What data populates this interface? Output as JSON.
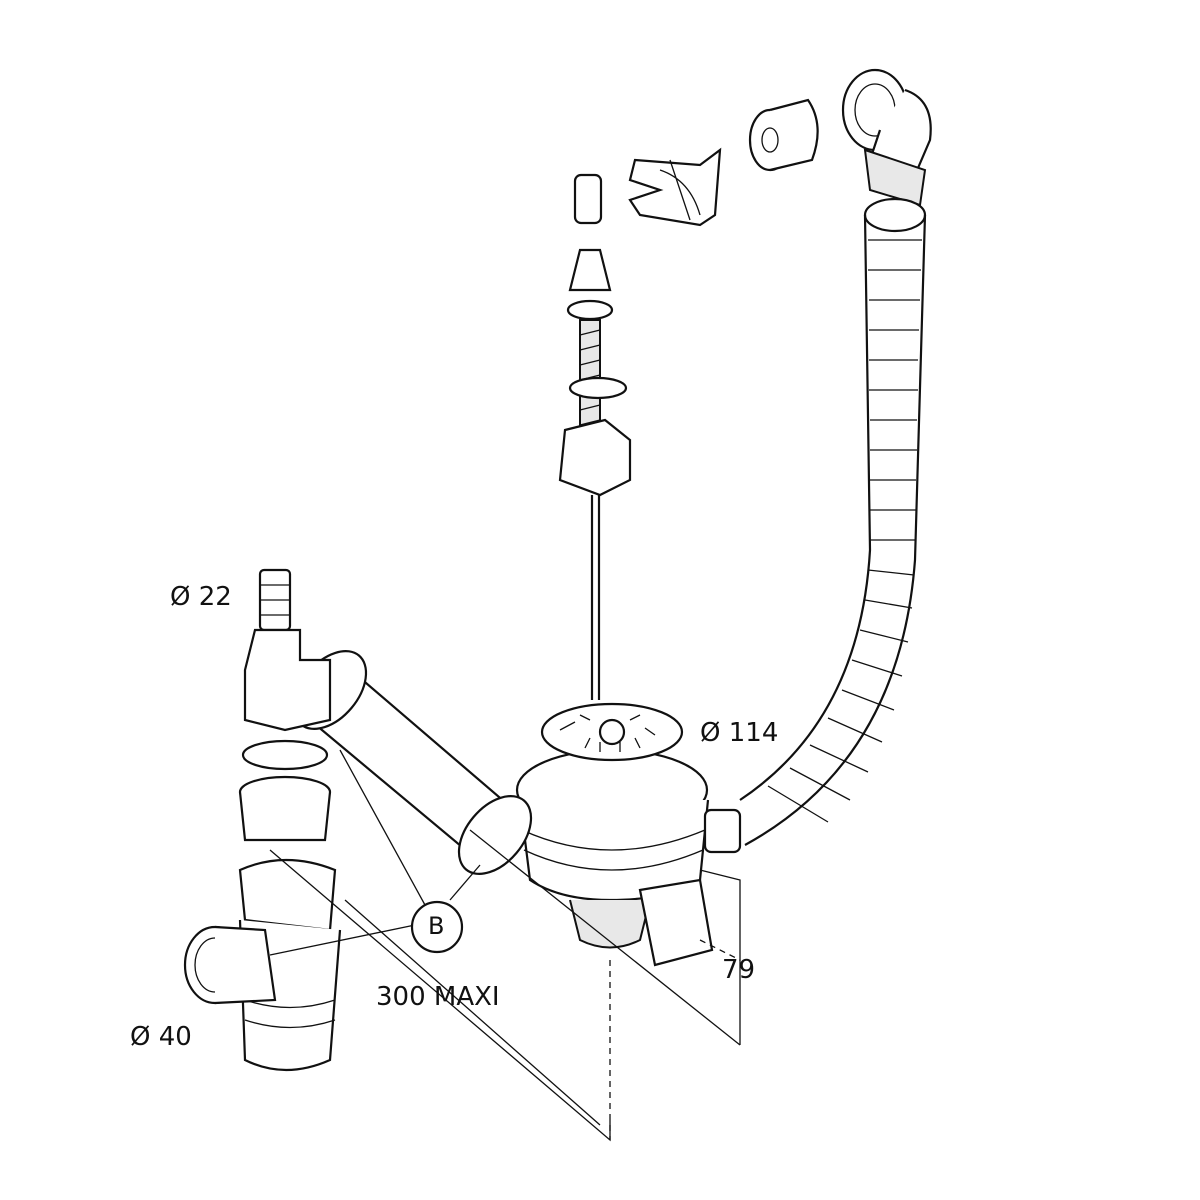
{
  "labels": {
    "diameter_overflow": "Ø 22",
    "diameter_strainer": "Ø 114",
    "diameter_outlet": "Ø 40",
    "callout_b": "B",
    "length_max": "300 MAXI",
    "height": "79"
  }
}
